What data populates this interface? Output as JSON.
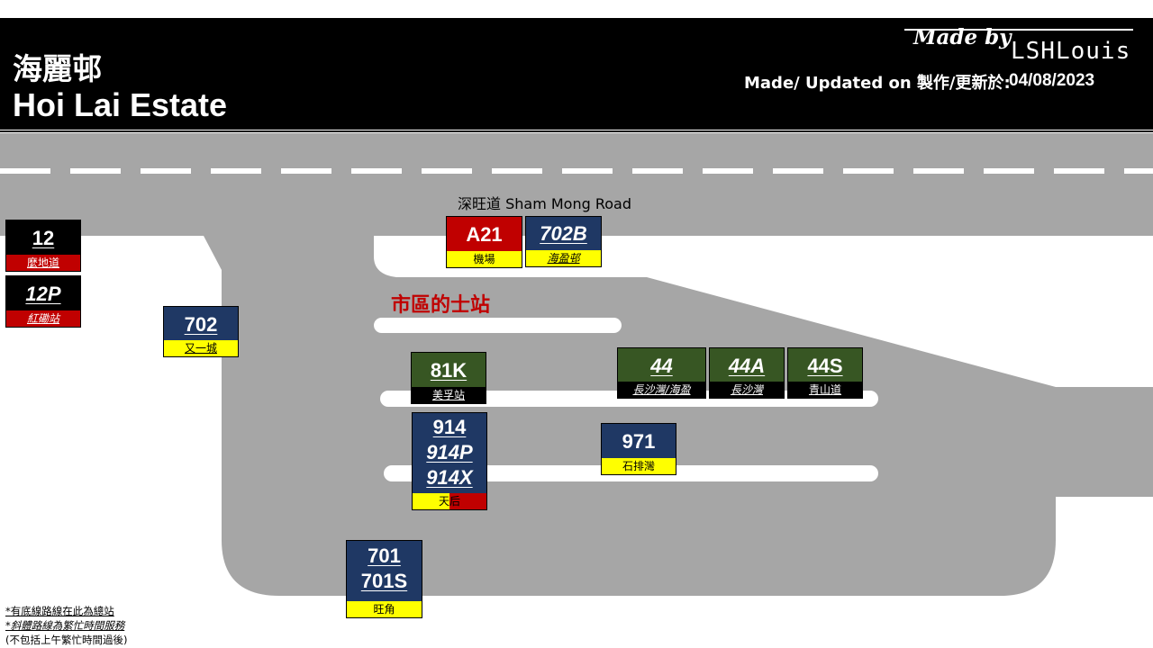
{
  "header": {
    "title_zh": "海麗邨",
    "title_en": "Hoi Lai Estate",
    "made_by_label": "Made by",
    "author": "LSHLouis",
    "updated_label": "Made/ Updated on 製作/更新於:",
    "updated_date": "04/08/2023"
  },
  "map": {
    "road_label": "深旺道 Sham Mong Road",
    "taxi_stand_label": "市區的士站"
  },
  "colors": {
    "road": "#a6a6a6",
    "header": "#000000",
    "navy": "#1f3864",
    "green": "#375623",
    "red": "#c00000",
    "yellow": "#ffff00",
    "black": "#000000"
  },
  "stops": [
    {
      "id": "12",
      "routes": [
        {
          "number": "12",
          "italic": false
        }
      ],
      "destination": "麼地道",
      "dest_italic": false,
      "color": "black",
      "dest_color": "red"
    },
    {
      "id": "12P",
      "routes": [
        {
          "number": "12P",
          "italic": true
        }
      ],
      "destination": "紅磡站",
      "dest_italic": true,
      "color": "black",
      "dest_color": "red"
    },
    {
      "id": "702",
      "routes": [
        {
          "number": "702",
          "italic": false
        }
      ],
      "destination": "又一城",
      "dest_italic": false,
      "color": "navy",
      "dest_color": "yellow"
    },
    {
      "id": "A21",
      "routes": [
        {
          "number": "A21",
          "italic": false
        }
      ],
      "destination": "機場",
      "dest_italic": false,
      "color": "red",
      "dest_color": "yellow"
    },
    {
      "id": "702B",
      "routes": [
        {
          "number": "702B",
          "italic": true
        }
      ],
      "destination": "海盈邨",
      "dest_italic": true,
      "color": "navy",
      "dest_color": "yellow"
    },
    {
      "id": "81K",
      "routes": [
        {
          "number": "81K",
          "italic": false
        }
      ],
      "destination": "美孚站",
      "dest_italic": false,
      "color": "green",
      "dest_color": "black"
    },
    {
      "id": "44",
      "routes": [
        {
          "number": "44",
          "italic": true
        }
      ],
      "destination": "長沙灣/海盈",
      "dest_italic": true,
      "color": "green",
      "dest_color": "black"
    },
    {
      "id": "44A",
      "routes": [
        {
          "number": "44A",
          "italic": true
        }
      ],
      "destination": "長沙灣",
      "dest_italic": true,
      "color": "green",
      "dest_color": "black"
    },
    {
      "id": "44S",
      "routes": [
        {
          "number": "44S",
          "italic": false
        }
      ],
      "destination": "青山道",
      "dest_italic": false,
      "color": "green",
      "dest_color": "black"
    },
    {
      "id": "914",
      "routes": [
        {
          "number": "914",
          "italic": false
        },
        {
          "number": "914P",
          "italic": true
        },
        {
          "number": "914X",
          "italic": true
        }
      ],
      "destination": "天后",
      "dest_italic": false,
      "color": "navy",
      "dest_color": "yellow-red"
    },
    {
      "id": "971",
      "routes": [
        {
          "number": "971",
          "italic": false
        }
      ],
      "destination": "石排灣",
      "dest_italic": false,
      "color": "navy",
      "dest_color": "yellow"
    },
    {
      "id": "701",
      "routes": [
        {
          "number": "701",
          "italic": false
        },
        {
          "number": "701S",
          "italic": false
        }
      ],
      "destination": "旺角",
      "dest_italic": false,
      "color": "navy",
      "dest_color": "yellow"
    }
  ],
  "notes": [
    "*有底線路線在此為總站",
    "*斜體路線為繁忙時間服務",
    "(不包括上午繁忙時間過後)"
  ]
}
